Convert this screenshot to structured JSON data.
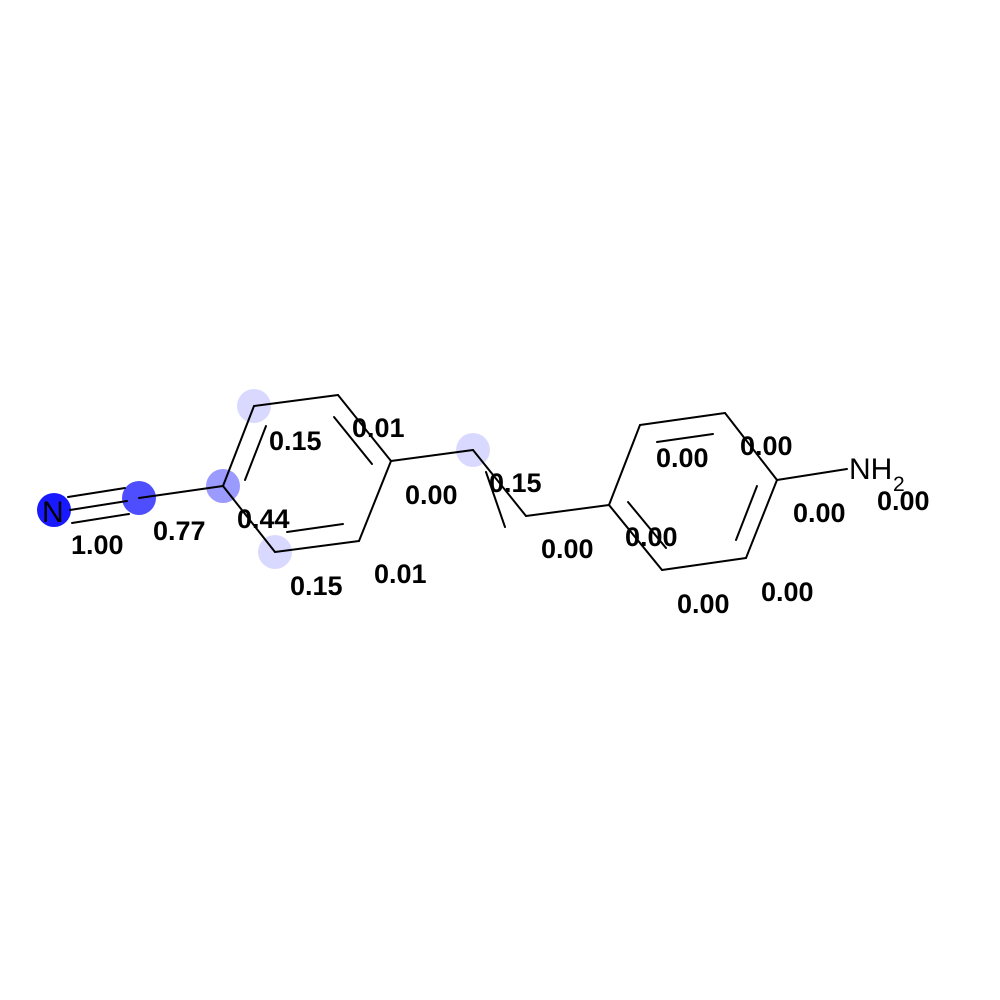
{
  "molecule": {
    "highlight_color": "#0000ff",
    "bond_color": "#000000",
    "atom_labels": {
      "nitrogen": "N",
      "amine_main": "NH",
      "amine_sub": "2"
    },
    "atom_scores": {
      "n_nitrile": "1.00",
      "c_nitrile": "0.77",
      "c1": "0.44",
      "c2": "0.15",
      "c3": "0.01",
      "c4": "0.00",
      "c5": "0.01",
      "c6": "0.15",
      "c_vinyl_a": "0.15",
      "c_vinyl_b": "0.00",
      "c7": "0.00",
      "c8": "0.00",
      "c9": "0.00",
      "c10": "0.00",
      "c11": "0.00",
      "c12": "0.00",
      "n_amine": "0.00"
    },
    "highlight_opacity": {
      "n_nitrile": 1.0,
      "c_nitrile": 0.77,
      "c1": 0.44,
      "c2": 0.15,
      "c6": 0.15,
      "c_vinyl_a": 0.15
    }
  }
}
